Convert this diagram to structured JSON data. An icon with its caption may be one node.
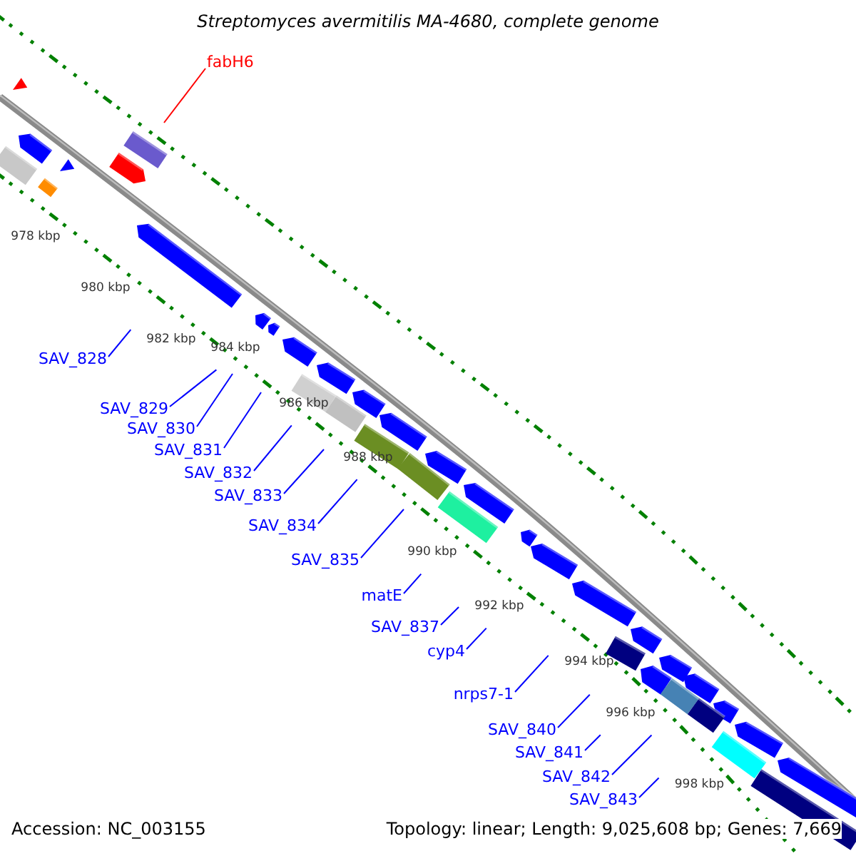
{
  "diagram": {
    "title": "Streptomyces avermitilis MA-4680, complete genome",
    "nodes": [
      {
        "text": [
          "fabH6"
        ]
      },
      {
        "text": [
          "SAV_828"
        ]
      },
      {
        "text": [
          "SAV_829"
        ]
      },
      {
        "text": [
          "SAV_830"
        ]
      },
      {
        "text": [
          "SAV_831"
        ]
      },
      {
        "text": [
          "SAV_832"
        ]
      },
      {
        "text": [
          "SAV_833"
        ]
      },
      {
        "text": [
          "SAV_834"
        ]
      },
      {
        "text": [
          "SAV_835"
        ]
      },
      {
        "text": [
          "matE"
        ]
      },
      {
        "text": [
          "SAV_837"
        ]
      },
      {
        "text": [
          "cyp4"
        ]
      },
      {
        "text": [
          "nrps7-1"
        ]
      },
      {
        "text": [
          "SAV_840"
        ]
      },
      {
        "text": [
          "SAV_841"
        ]
      },
      {
        "text": [
          "SAV_842"
        ]
      },
      {
        "text": [
          "SAV_843"
        ]
      }
    ],
    "edges": [
      {
        "from": 0,
        "to": null,
        "arrow": "none",
        "color": "#ff0000"
      },
      {
        "from": 1,
        "to": null,
        "arrow": "none"
      },
      {
        "from": 2,
        "to": null,
        "arrow": "none"
      },
      {
        "from": 3,
        "to": null,
        "arrow": "none"
      },
      {
        "from": 4,
        "to": null,
        "arrow": "none"
      },
      {
        "from": 5,
        "to": null,
        "arrow": "none"
      },
      {
        "from": 6,
        "to": null,
        "arrow": "none"
      },
      {
        "from": 7,
        "to": null,
        "arrow": "none"
      },
      {
        "from": 8,
        "to": null,
        "arrow": "none"
      },
      {
        "from": 9,
        "to": null,
        "arrow": "none"
      },
      {
        "from": 10,
        "to": null,
        "arrow": "none"
      },
      {
        "from": 11,
        "to": null,
        "arrow": "none"
      },
      {
        "from": 12,
        "to": null,
        "arrow": "none"
      },
      {
        "from": 13,
        "to": null,
        "arrow": "none"
      },
      {
        "from": 14,
        "to": null,
        "arrow": "none"
      },
      {
        "from": 15,
        "to": null,
        "arrow": "none"
      },
      {
        "from": 16,
        "to": null,
        "arrow": "none"
      }
    ],
    "labels": [
      "978 kbp",
      "980 kbp",
      "982 kbp",
      "984 kbp",
      "986 kbp",
      "988 kbp",
      "990 kbp",
      "992 kbp",
      "994 kbp",
      "996 kbp",
      "998 kbp",
      "Accession: NC_003155",
      "Topology: linear; Length: 9,025,608 bp; Genes: 7,669"
    ]
  }
}
